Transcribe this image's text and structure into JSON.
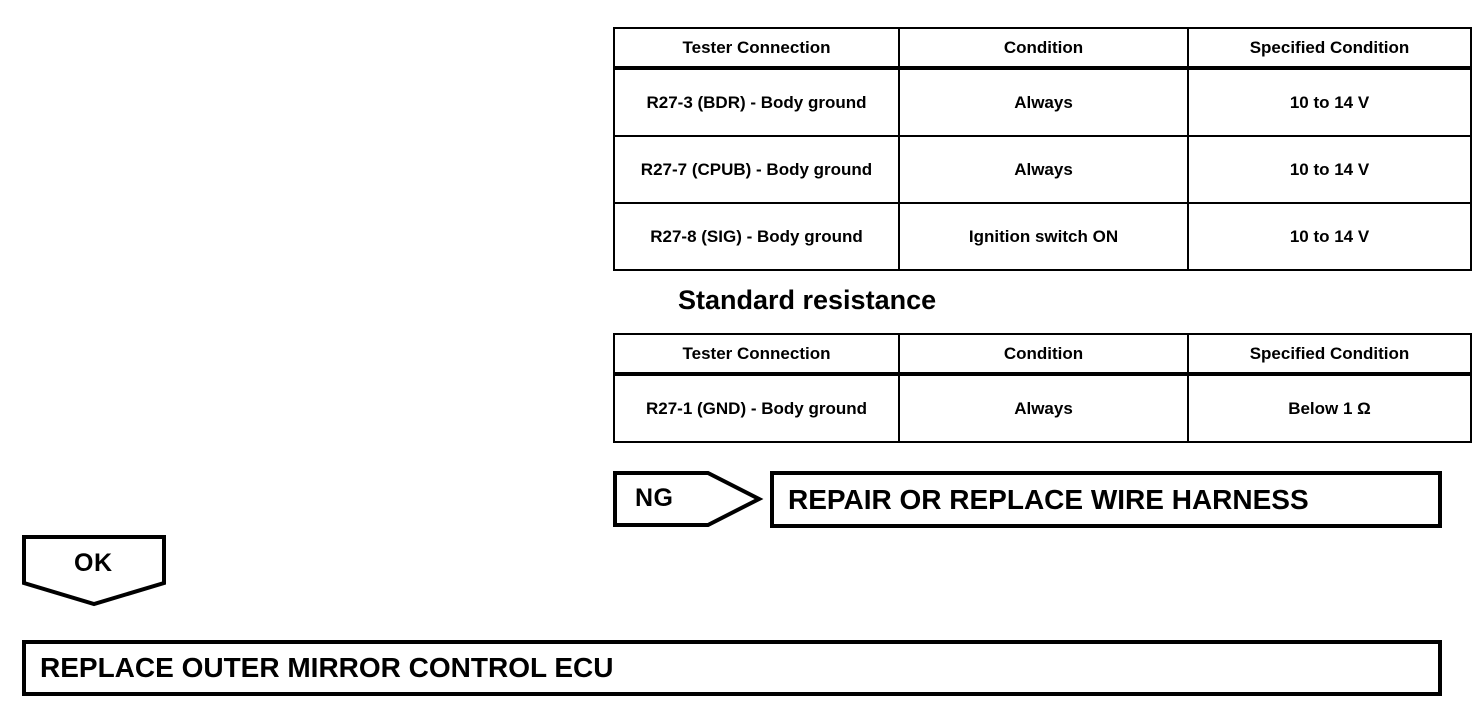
{
  "tables": [
    {
      "name": "standard-voltage-table",
      "columns": [
        "Tester Connection",
        "Condition",
        "Specified Condition"
      ],
      "rows": [
        {
          "tester_connection": "R27-3 (BDR) - Body ground",
          "condition": "Always",
          "specified_condition": "10 to 14 V"
        },
        {
          "tester_connection": "R27-7 (CPUB) - Body ground",
          "condition": "Always",
          "specified_condition": "10 to 14 V"
        },
        {
          "tester_connection": "R27-8 (SIG) - Body ground",
          "condition": "Ignition switch ON",
          "specified_condition": "10 to 14 V"
        }
      ]
    },
    {
      "name": "standard-resistance-table",
      "heading": "Standard resistance",
      "columns": [
        "Tester Connection",
        "Condition",
        "Specified Condition"
      ],
      "rows": [
        {
          "tester_connection": "R27-1 (GND) - Body ground",
          "condition": "Always",
          "specified_condition": "Below 1 Ω"
        }
      ]
    }
  ],
  "flow": {
    "ng_branch": {
      "label": "NG",
      "action": "REPAIR OR REPLACE WIRE HARNESS"
    },
    "ok_branch": {
      "label": "OK",
      "action": "REPLACE OUTER MIRROR CONTROL ECU"
    }
  },
  "colors": {
    "ink": "#000000",
    "paper": "#ffffff"
  }
}
